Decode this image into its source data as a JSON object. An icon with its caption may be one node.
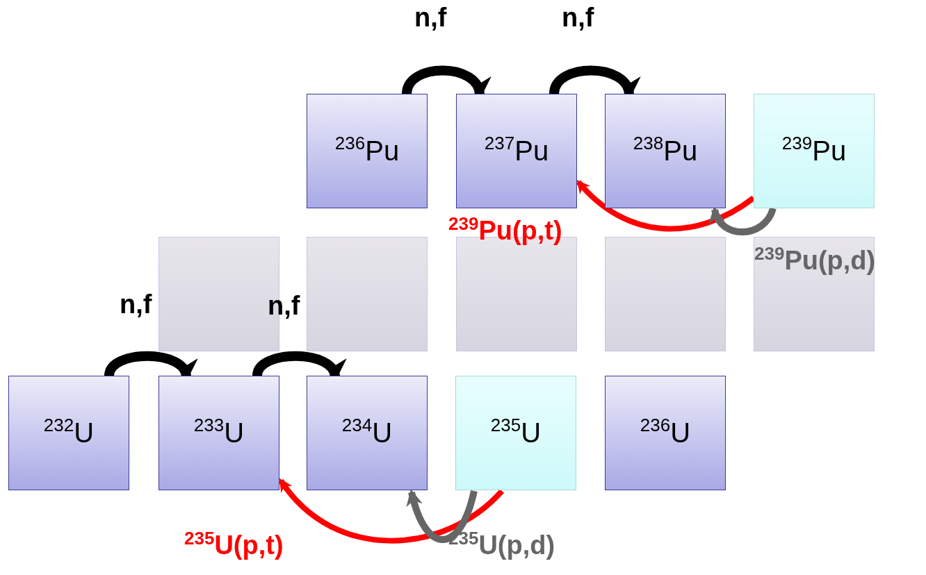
{
  "diagram": {
    "nodes": [
      {
        "text": [
          "$^{236}$Pu"
        ]
      },
      {
        "text": [
          "$^{237}$Pu"
        ]
      },
      {
        "text": [
          "$^{238}$Pu"
        ]
      },
      {
        "text": [
          "$^{239}$Pu"
        ]
      },
      {
        "text": [],
        "shape": "box"
      },
      {
        "text": [],
        "shape": "box"
      },
      {
        "text": [],
        "shape": "box"
      },
      {
        "text": [],
        "shape": "box"
      },
      {
        "text": [],
        "shape": "box"
      },
      {
        "text": [
          "$^{232}$U"
        ]
      },
      {
        "text": [
          "$^{233}$U"
        ]
      },
      {
        "text": [
          "$^{234}$U"
        ]
      },
      {
        "text": [
          "$^{235}$U"
        ]
      },
      {
        "text": [
          "$^{236}$U"
        ]
      }
    ],
    "edges": [
      {
        "from": 0,
        "to": 1,
        "arrow": "to",
        "label": "n,f"
      },
      {
        "from": 1,
        "to": 2,
        "arrow": "to",
        "label": "n,f"
      },
      {
        "from": 3,
        "to": 1,
        "arrow": "to",
        "label": "$^{239}$Pu(p,t)",
        "color": "#ff0000"
      },
      {
        "from": 3,
        "to": 2,
        "arrow": "to",
        "label": "$^{239}$Pu(p,d)",
        "color": "#666666"
      },
      {
        "from": 9,
        "to": 10,
        "arrow": "to",
        "label": "n,f"
      },
      {
        "from": 10,
        "to": 11,
        "arrow": "to",
        "label": "n,f"
      },
      {
        "from": 12,
        "to": 10,
        "arrow": "to",
        "label": "$^{235}$U(p,t)",
        "color": "#ff0000"
      },
      {
        "from": 12,
        "to": 11,
        "arrow": "to",
        "label": "$^{235}$U(p,d)",
        "color": "#666666"
      }
    ]
  }
}
